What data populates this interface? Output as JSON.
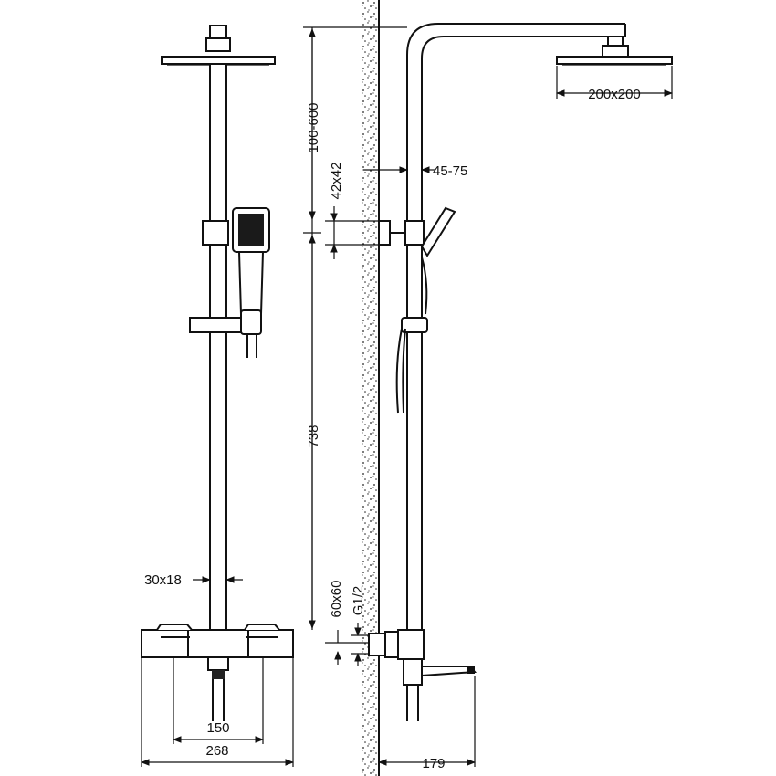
{
  "drawing": {
    "dimensions": {
      "head_size": "200x200",
      "arm_height": "100-600",
      "wall_offset": "45-75",
      "bracket_size": "42x42",
      "column_height": "738",
      "rail_size": "30x18",
      "valve_block": "60x60",
      "inlet_thread": "G1/2",
      "inlet_spacing": "150",
      "valve_width": "268",
      "projection": "179"
    }
  }
}
